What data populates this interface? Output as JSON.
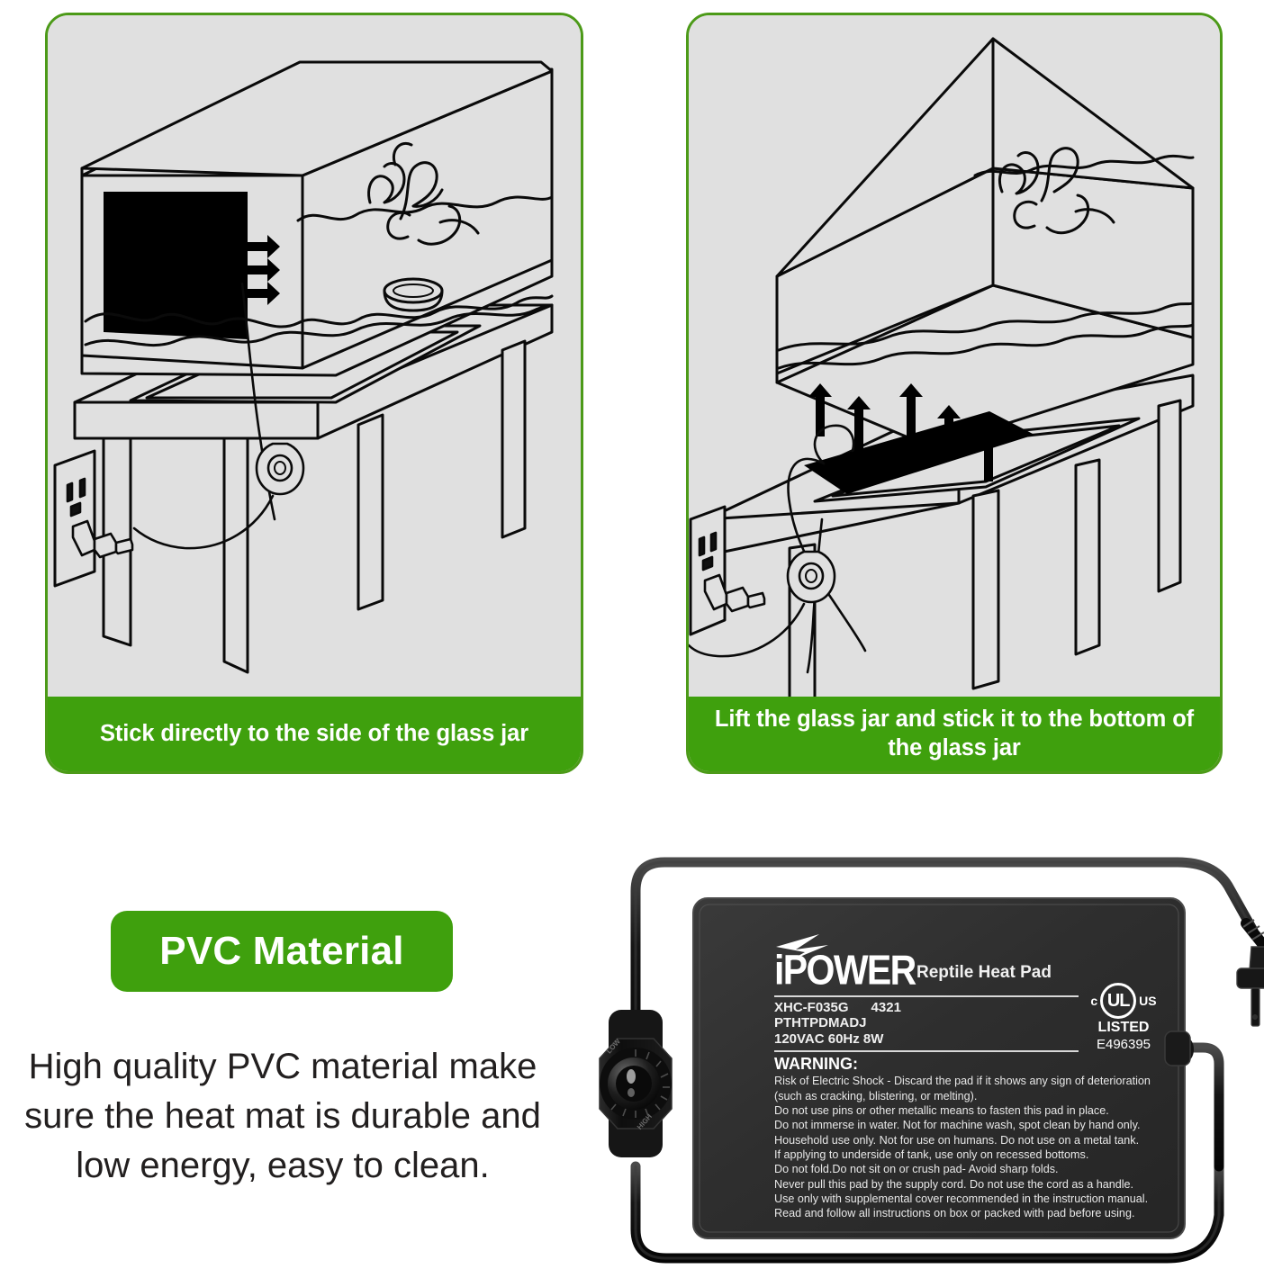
{
  "theme": {
    "brand_green": "#3fa00d",
    "border_green": "#4c9a18",
    "panel_gray": "#e0e0e0",
    "text_dark": "#221f1f",
    "pad_black": "#2b2b2b"
  },
  "panels": [
    {
      "id": "stick-to-side",
      "caption": "Stick directly to the side of the glass jar",
      "illustration": "terrarium-on-table-with-heat-pad-on-side-wall",
      "arrow_count": 3,
      "arrow_direction": "right"
    },
    {
      "id": "stick-to-bottom",
      "caption": "Lift the glass jar and stick it to the bottom of the glass jar",
      "illustration": "lifted-terrarium-with-heat-pad-on-table-top",
      "arrow_count": 5,
      "arrow_direction": "up"
    }
  ],
  "feature": {
    "badge_label": "PVC Material",
    "description": "High quality PVC material make sure the heat mat is durable and low energy, easy to clean."
  },
  "product": {
    "brand": "POWER",
    "brand_prefix": "i",
    "name": "Reptile Heat Pad",
    "model": "XHC-F035G",
    "batch": "4321",
    "code": "PTHTPDMADJ",
    "rating": "120VAC 60Hz 8W",
    "warning_title": "WARNING:",
    "warning_lines": [
      "Risk of Electric Shock - Discard the pad if it shows any sign of deterioration",
      "(such as cracking, blistering, or melting).",
      "Do not use pins or other metallic means to fasten this pad in place.",
      "Do not immerse in water. Not for machine wash, spot clean by hand only.",
      "Household use only. Not for use on humans. Do not use on a metal tank.",
      "If applying to underside of tank, use only on recessed bottoms.",
      "Do not fold.Do not sit on or crush pad- Avoid sharp folds.",
      "Never pull this pad by the supply cord. Do not use the cord as a handle.",
      "Use only with supplemental cover recommended in the instruction manual.",
      "Read and follow all instructions on box or packed with pad before using."
    ],
    "certification": {
      "prefix": "c",
      "mark": "UL",
      "suffix": "US",
      "status": "LISTED",
      "file_number": "E496395"
    },
    "controller": {
      "low_label": "LOW",
      "high_label": "HIGH"
    },
    "plug_type": "two-prong-us-plug"
  }
}
